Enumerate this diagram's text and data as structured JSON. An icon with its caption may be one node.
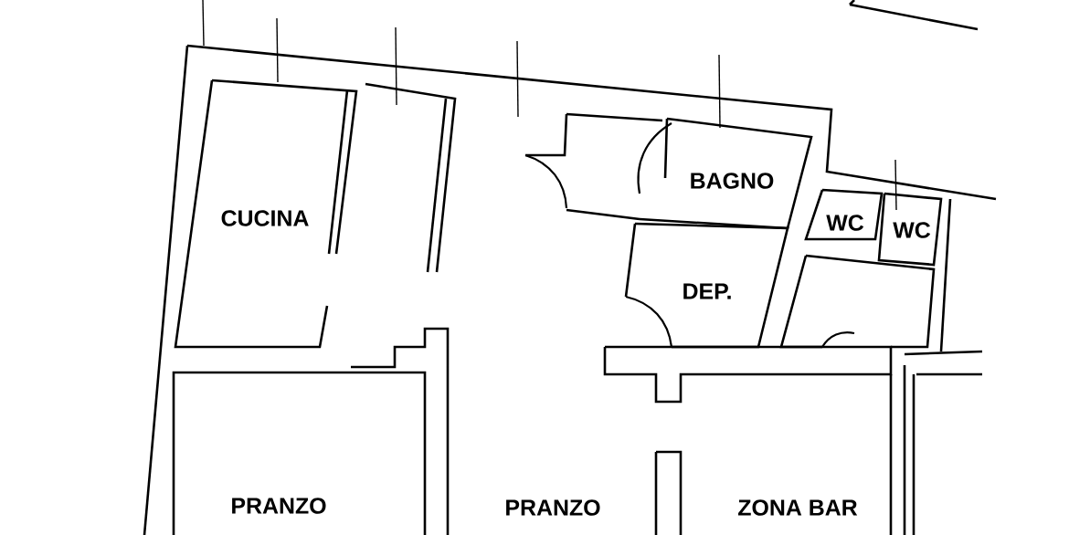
{
  "diagram": {
    "labels": [
      "CUCINA",
      "BAGNO",
      "WC",
      "WC",
      "DEP.",
      "PRANZO",
      "PRANZO",
      "ZONA BAR"
    ]
  }
}
